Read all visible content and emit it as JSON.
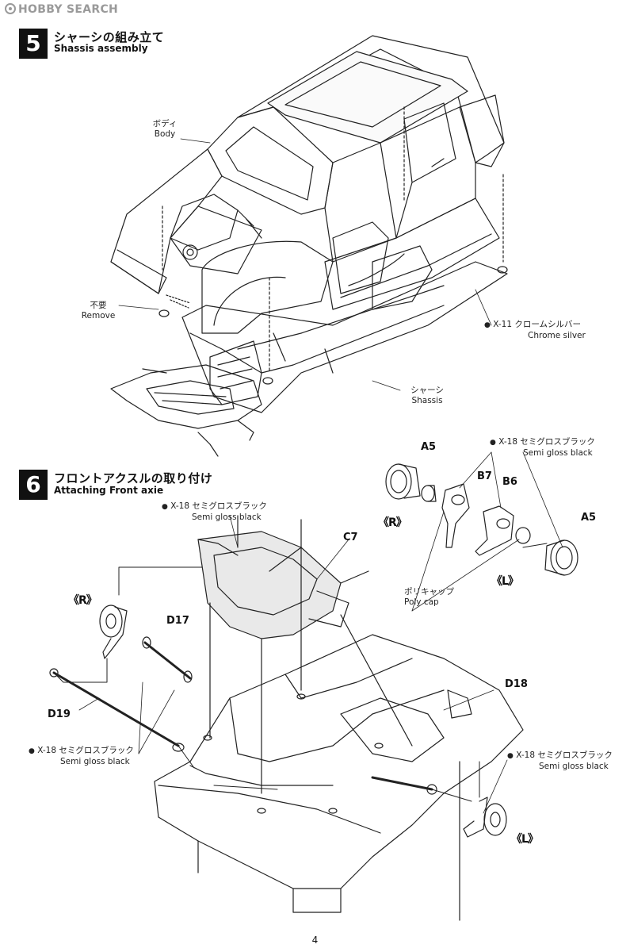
{
  "watermark": "HOBBY SEARCH",
  "page_number": "4",
  "step5": {
    "number": "5",
    "title_jp": "シャーシの組み立て",
    "title_en": "Shassis assembly",
    "labels": {
      "body_jp": "ボディ",
      "body_en": "Body",
      "remove_jp": "不要",
      "remove_en": "Remove",
      "paint_jp": "X-11 クロームシルバー",
      "paint_en": "Chrome silver",
      "chassis_jp": "シャーシ",
      "chassis_en": "Shassis"
    }
  },
  "step6": {
    "number": "6",
    "title_jp": "フロントアクスルの取り付け",
    "title_en": "Attaching Front axie",
    "parts": {
      "a5_top": "A5",
      "b7": "B7",
      "b6": "B6",
      "a5_right": "A5",
      "c7": "C7",
      "d17": "D17",
      "d18": "D18",
      "d19": "D19"
    },
    "sides": {
      "r_top": "《R》",
      "l_top": "《L》",
      "r_left": "《R》",
      "l_bottom": "《L》"
    },
    "labels": {
      "paint_top_jp": "X-18 セミグロスブラック",
      "paint_top_en": "Semi gloss black",
      "paint_c7_jp": "X-18 セミグロスブラック",
      "paint_c7_en": "Semi gloss black",
      "polycap_jp": "ポリキャップ",
      "polycap_en": "Poly cap",
      "paint_left_jp": "X-18 セミグロスブラック",
      "paint_left_en": "Semi gloss black",
      "paint_right_jp": "X-18 セミグロスブラック",
      "paint_right_en": "Semi gloss black"
    }
  },
  "icons": {
    "paint_bullet": "●"
  }
}
